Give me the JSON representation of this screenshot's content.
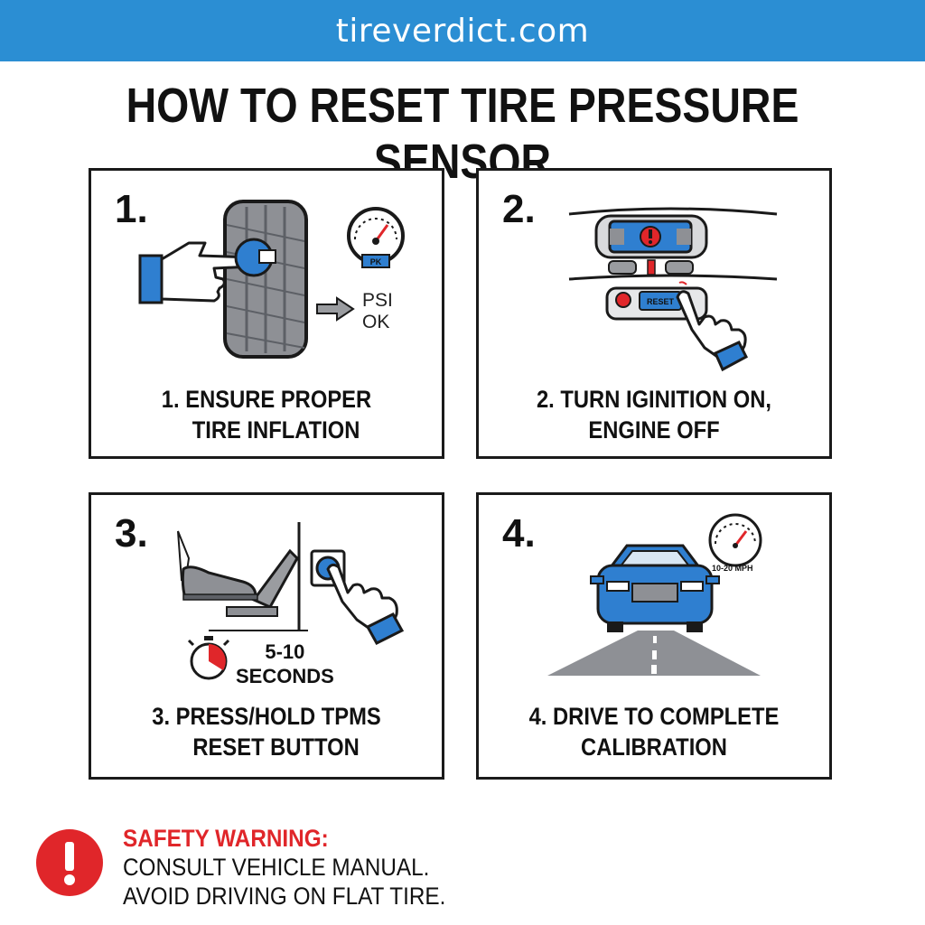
{
  "header": {
    "site": "tireverdict.com"
  },
  "title": "HOW TO RESET TIRE PRESSURE SENSOR",
  "steps": [
    {
      "number": "1.",
      "caption_line1": "1. ENSURE PROPER",
      "caption_line2": "TIRE INFLATION",
      "psi_line1": "PSI",
      "psi_line2": "OK",
      "gauge_label": "PK"
    },
    {
      "number": "2.",
      "caption_line1": "2. TURN IGINITION ON,",
      "caption_line2": "ENGINE OFF",
      "button_label": "RESET"
    },
    {
      "number": "3.",
      "caption_line1": "3. PRESS/HOLD TPMS",
      "caption_line2": "RESET BUTTON",
      "timer_line1": "5-10",
      "timer_line2": "SECONDS"
    },
    {
      "number": "4.",
      "caption_line1": "4. DRIVE TO COMPLETE",
      "caption_line2": "CALIBRATION",
      "speed_label": "10-20 MPH"
    }
  ],
  "warning": {
    "title": "SAFETY WARNING:",
    "line1": "CONSULT VEHICLE MANUAL.",
    "line2": "AVOID DRIVING ON FLAT TIRE."
  },
  "colors": {
    "brand_blue": "#2b8ed3",
    "accent_blue": "#2f7fd0",
    "warning_red": "#e0262a"
  },
  "icons": [
    "hand-icon",
    "tire-icon",
    "wrench-icon",
    "gauge-icon",
    "arrow-icon",
    "dashboard-icon",
    "alert-icon",
    "reset-button-icon",
    "pedal-icon",
    "shoe-icon",
    "stopwatch-icon",
    "car-icon",
    "road-icon",
    "speedometer-icon",
    "warning-icon"
  ]
}
